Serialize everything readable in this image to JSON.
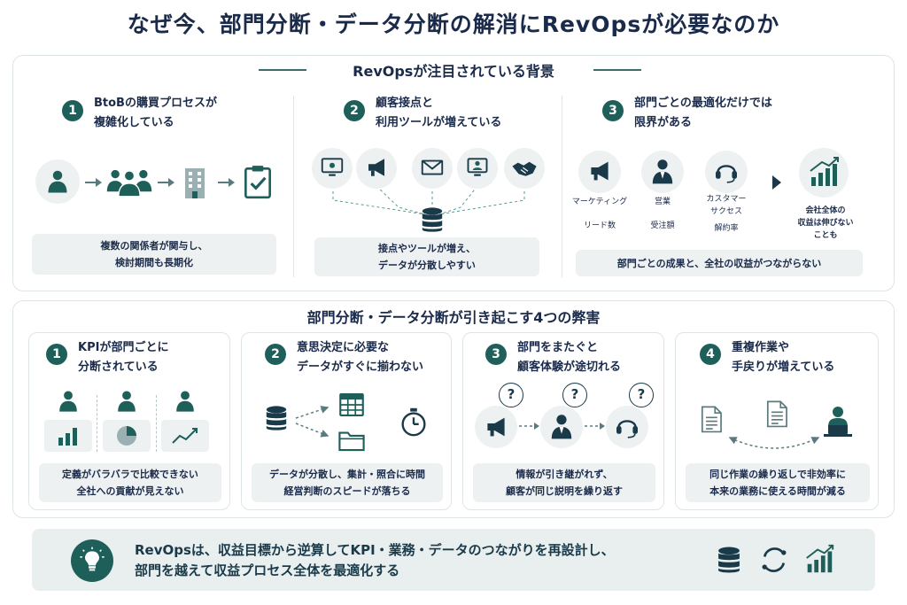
{
  "title": "なぜ今、部門分断・データ分断の解消にRevOpsが必要なのか",
  "background": {
    "heading": "RevOpsが注目されている背景",
    "col1": {
      "num": "1",
      "title_line1": "BtoBの購買プロセスが",
      "title_line2": "複雑化している",
      "note_line1": "複数の関係者が関与し、",
      "note_line2": "検討期間も長期化"
    },
    "col2": {
      "num": "2",
      "title_line1": "顧客接点と",
      "title_line2": "利用ツールが増えている",
      "note_line1": "接点やツールが増え、",
      "note_line2": "データが分散しやすい"
    },
    "col3": {
      "num": "3",
      "title_line1": "部門ごとの最適化だけでは",
      "title_line2": "限界がある",
      "dept1_name": "マーケティング",
      "dept1_kpi": "リード数",
      "dept2_name": "営業",
      "dept2_kpi": "受注額",
      "dept3_name_line1": "カスタマー",
      "dept3_name_line2": "サクセス",
      "dept3_kpi": "解約率",
      "result_line1": "会社全体の",
      "result_line2": "収益は伸びない",
      "result_line3": "ことも",
      "note": "部門ごとの成果と、全社の収益がつながらない"
    }
  },
  "problems": {
    "heading": "部門分断・データ分断が引き起こす4つの弊害",
    "cards": [
      {
        "num": "1",
        "title_line1": "KPIが部門ごとに",
        "title_line2": "分断されている",
        "note_line1": "定義がバラバラで比較できない",
        "note_line2": "全社への貢献が見えない"
      },
      {
        "num": "2",
        "title_line1": "意思決定に必要な",
        "title_line2": "データがすぐに揃わない",
        "note_line1": "データが分散し、集計・照合に時間",
        "note_line2": "経営判断のスピードが落ちる"
      },
      {
        "num": "3",
        "title_line1": "部門をまたぐと",
        "title_line2": "顧客体験が途切れる",
        "note_line1": "情報が引き継がれず、",
        "note_line2": "顧客が同じ説明を繰り返す"
      },
      {
        "num": "4",
        "title_line1": "重複作業や",
        "title_line2": "手戻りが増えている",
        "note_line1": "同じ作業の繰り返しで非効率に",
        "note_line2": "本来の業務に使える時間が減る"
      }
    ],
    "question_mark": "?"
  },
  "footer": {
    "line1": "RevOpsは、収益目標から逆算してKPI・業務・データのつながりを再設計し、",
    "line2": "部門を越えて収益プロセス全体を最適化する"
  },
  "colors": {
    "accent": "#1f5f5a",
    "navy": "#1a2a4a",
    "panel_bg": "#eef1f2",
    "footer_bg": "#e8efee"
  },
  "icons": [
    "person-icon",
    "group-icon",
    "building-icon",
    "checklist-icon",
    "monitor-icon",
    "megaphone-icon",
    "mail-icon",
    "video-call-icon",
    "handshake-icon",
    "database-icon",
    "business-person-icon",
    "headset-icon",
    "growth-chart-icon",
    "table-icon",
    "folder-icon",
    "stopwatch-icon",
    "document-icon",
    "laptop-user-icon",
    "lightbulb-icon",
    "sync-icon"
  ]
}
